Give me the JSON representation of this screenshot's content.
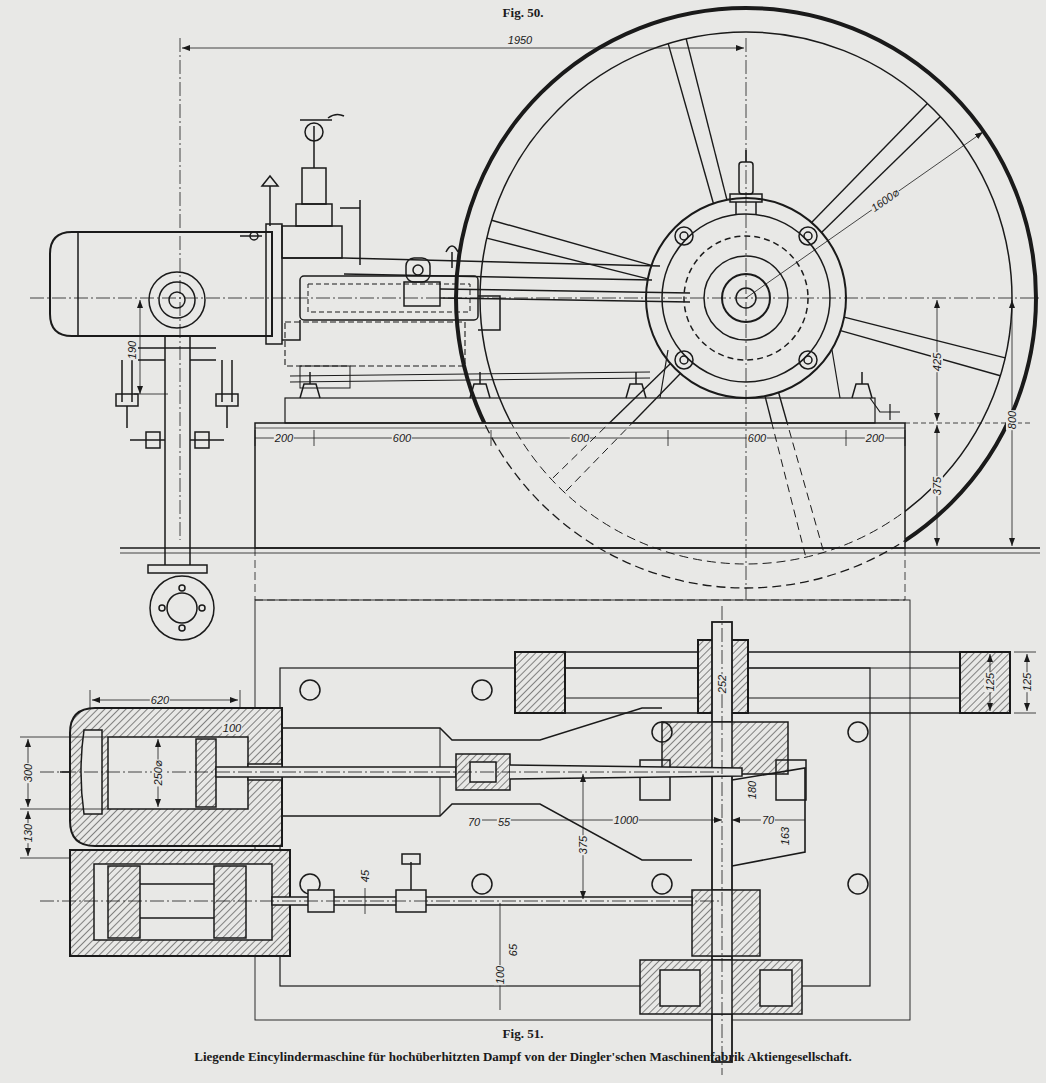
{
  "diagram": {
    "caption": "Liegende Eincylindermaschine für hochüberhitzten Dampf von der Dingler'schen Maschinenfabrik Aktiengesellschaft.",
    "labels": [
      "Fig. 50.",
      "1950",
      "1600⌀",
      "190",
      "425",
      "800",
      "375",
      "200",
      "600",
      "600",
      "600",
      "200",
      "620",
      "250⌀",
      "100",
      "300",
      "130",
      "45",
      "70",
      "55",
      "1000",
      "70",
      "375",
      "125",
      "125",
      "252",
      "180",
      "163",
      "100",
      "65",
      "Fig. 51."
    ]
  }
}
